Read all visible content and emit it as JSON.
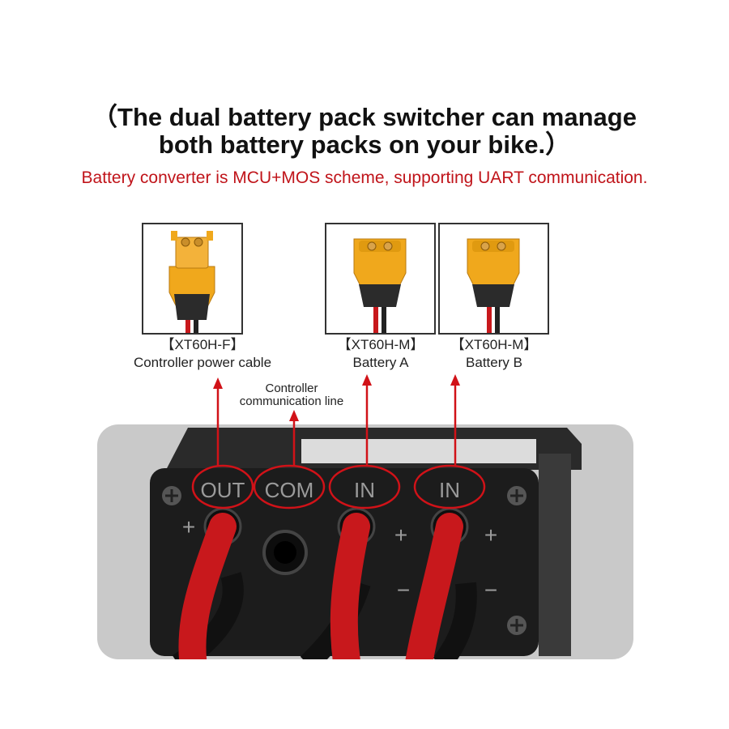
{
  "headline": {
    "line1": "（The dual battery pack switcher can manage",
    "line2": "both battery packs on your bike.）"
  },
  "subline": "Battery converter is MCU+MOS scheme, supporting UART communication.",
  "connectors": [
    {
      "model": "【XT60H-F】",
      "role": "Controller power cable"
    },
    {
      "model": "【XT60H-M】",
      "role": "Battery  A"
    },
    {
      "model": "【XT60H-M】",
      "role": "Battery  B"
    }
  ],
  "com_callout": {
    "line1": "Controller",
    "line2": "communication line"
  },
  "ports": [
    "OUT",
    "COM",
    "IN",
    "IN"
  ],
  "polarity": {
    "plus": "+",
    "minus": "−"
  },
  "colors": {
    "title_red": "#c0141a",
    "connector_yellow": "#f0a81c",
    "cable_red": "#c8181c",
    "housing_black": "#1c1c1c"
  }
}
